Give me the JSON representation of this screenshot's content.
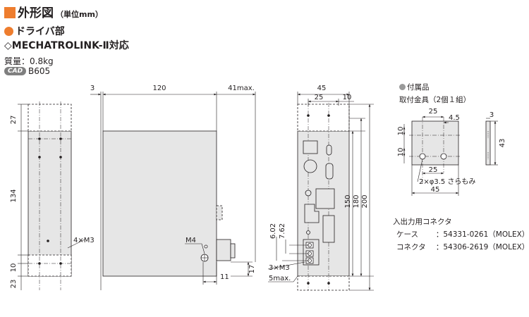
{
  "header": {
    "title": "外形図",
    "unit": "（単位mm）",
    "section": "ドライバ部",
    "compat": "◇MECHATROLINK-Ⅱ対応",
    "mass": "質量：0.8kg",
    "cad_badge": "CAD",
    "cad_code": "B605"
  },
  "side_view": {
    "dim_top": "27",
    "dim_middle": "134",
    "dim_lower_a": "10",
    "dim_lower_b": "23",
    "hole_label": "4×M3"
  },
  "front_view": {
    "dim_left_margin": "3",
    "dim_width": "120",
    "dim_connector": "41max.",
    "screw_label": "M4",
    "dim_right_11": "11",
    "dim_right_17": "17"
  },
  "end_view": {
    "dim_45": "45",
    "dim_25": "25",
    "dim_10": "10",
    "dim_150": "150",
    "dim_180": "180",
    "dim_200": "200",
    "dim_602": "6.02",
    "dim_762": "7.62",
    "screw_label": "3×M3",
    "screw_max": "5max."
  },
  "accessory": {
    "heading": "付属品",
    "name": "取付金具（2個１組）",
    "dim_25_top": "25",
    "dim_45_top": "4.5",
    "dim_10_a": "10",
    "dim_10_b": "10",
    "dim_25_bottom": "25",
    "hole_note": "2×φ3.5 さらもみ",
    "dim_45_bottom": "45",
    "dim_3": "3",
    "dim_43": "43"
  },
  "io": {
    "title": "入出力用コネクタ",
    "rows": [
      {
        "label": "ケース",
        "value": "：54331-0261（MOLEX）"
      },
      {
        "label": "コネクタ",
        "value": "：54306-2619（MOLEX）"
      }
    ]
  }
}
